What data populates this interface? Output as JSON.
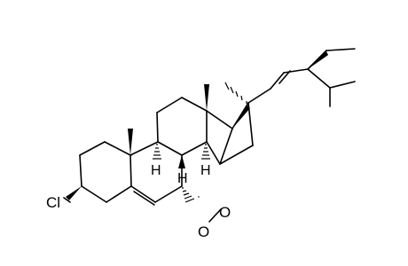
{
  "structure": {
    "atom_labels": {
      "chlorine": "Cl",
      "h_c8": "H",
      "h_c9": "H",
      "h_c14": "H",
      "peroxy_o1": "O",
      "peroxy_o2": "O"
    },
    "colors": {
      "bond": "#000000",
      "background": "#ffffff"
    }
  }
}
